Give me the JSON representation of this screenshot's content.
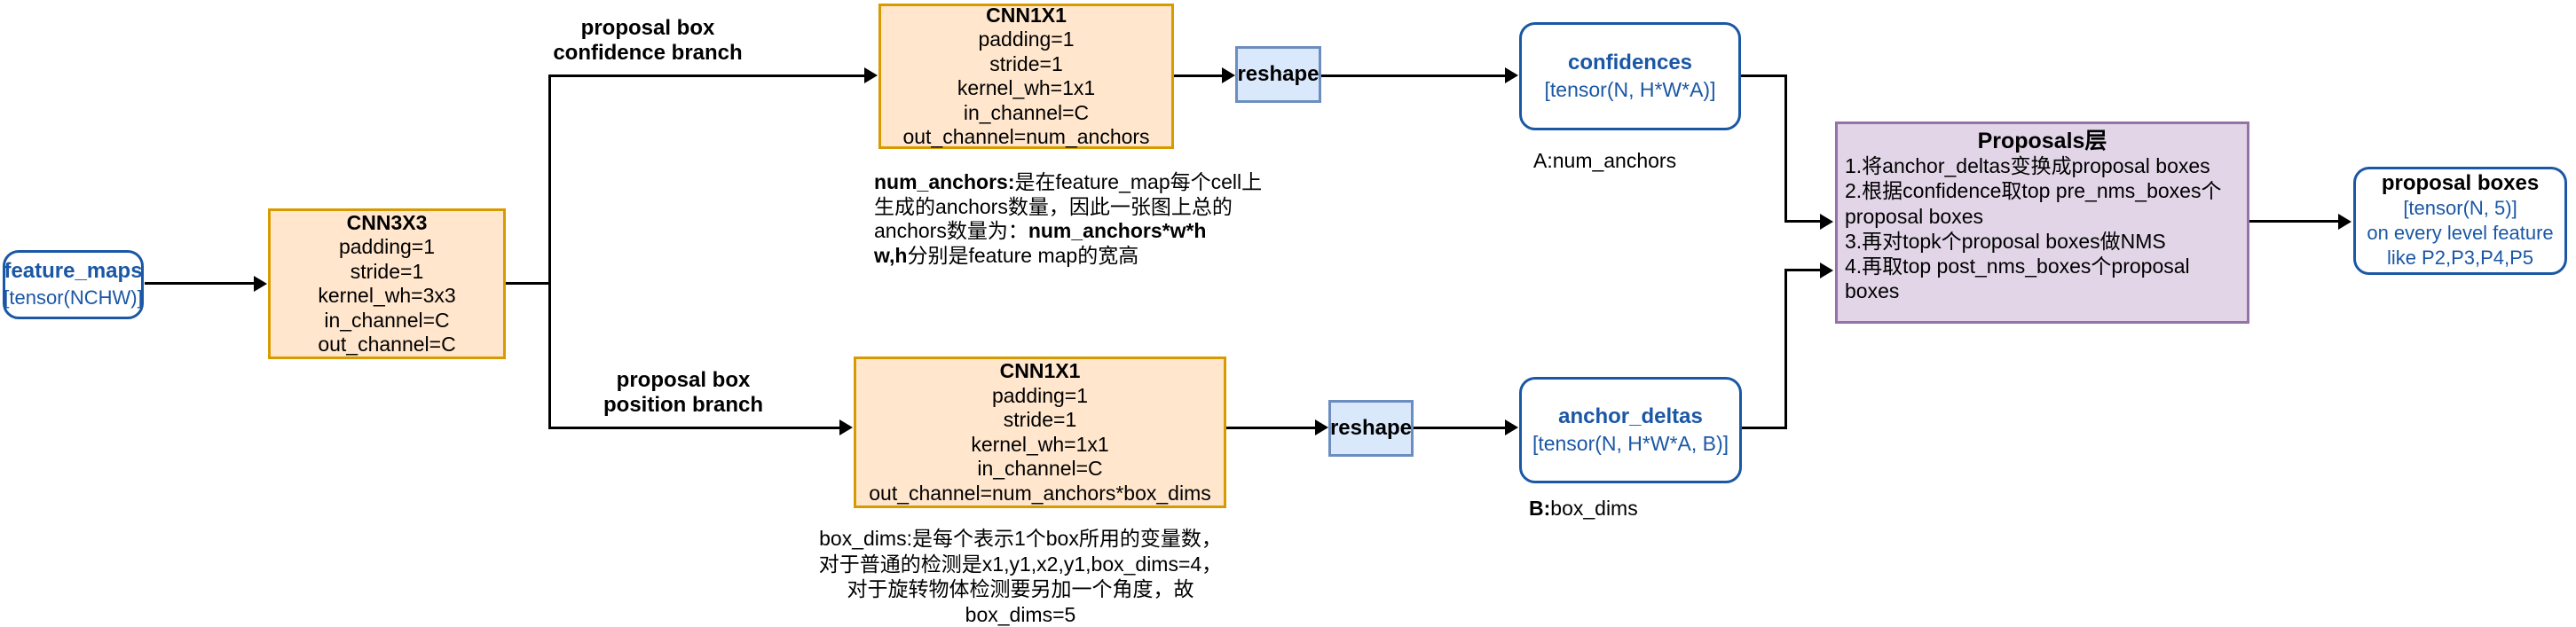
{
  "diagram": {
    "feature_maps": {
      "title": "feature_maps",
      "subtitle": "[tensor(NCHW)]"
    },
    "cnn3x3": {
      "title": "CNN3X3",
      "params": [
        "padding=1",
        "stride=1",
        "kernel_wh=3x3",
        "in_channel=C",
        "out_channel=C"
      ]
    },
    "branch_top_label": {
      "line1": "proposal box",
      "line2": "confidence branch"
    },
    "branch_bottom_label": {
      "line1": "proposal box",
      "line2": "position branch"
    },
    "cnn1x1_confidence": {
      "title": "CNN1X1",
      "params": [
        "padding=1",
        "stride=1",
        "kernel_wh=1x1",
        "in_channel=C",
        "out_channel=num_anchors"
      ]
    },
    "cnn1x1_position": {
      "title": "CNN1X1",
      "params": [
        "padding=1",
        "stride=1",
        "kernel_wh=1x1",
        "in_channel=C",
        "out_channel=num_anchors*box_dims"
      ]
    },
    "reshape_top": "reshape",
    "reshape_bottom": "reshape",
    "confidences": {
      "title": "confidences",
      "subtitle": "[tensor(N, H*W*A)]",
      "annotation": "A:num_anchors"
    },
    "anchor_deltas": {
      "title": "anchor_deltas",
      "subtitle": "[tensor(N, H*W*A, B)]",
      "annotation_bold": "B:",
      "annotation_rest": "box_dims"
    },
    "note_num_anchors": {
      "l1_bold": "num_anchors:",
      "l1_rest": "是在feature_map每个cell上",
      "l2": "生成的anchors数量，因此一张图上总的",
      "l3_rest": "anchors数量为：",
      "l3_bold": "num_anchors*w*h",
      "l4_bold": "w,h",
      "l4_rest": "分别是feature map的宽高"
    },
    "note_box_dims": {
      "lines": [
        "box_dims:是每个表示1个box所用的变量数，",
        "对于普通的检测是x1,y1,x2,y1,box_dims=4，",
        "对于旋转物体检测要另加一个角度，故box_dims=5"
      ]
    },
    "proposals": {
      "title": "Proposals层",
      "steps": [
        "1.将anchor_deltas变换成proposal boxes",
        "2.根据confidence取top pre_nms_boxes个proposal boxes",
        "3.再对topk个proposal boxes做NMS",
        "4.再取top post_nms_boxes个proposal boxes"
      ]
    },
    "proposal_boxes": {
      "title": "proposal boxes",
      "lines": [
        "[tensor(N, 5)]",
        "on every level feature",
        "like P2,P3,P4,P5"
      ]
    }
  },
  "colors": {
    "orange_fill": "#FFE6CC",
    "orange_border": "#D79B00",
    "reshape_fill": "#DAE8FC",
    "reshape_border": "#6C8EBF",
    "blue_accent": "#1A57A5",
    "purple_fill": "#E1D5E7",
    "purple_border": "#9673A6",
    "arrow": "#000000"
  }
}
